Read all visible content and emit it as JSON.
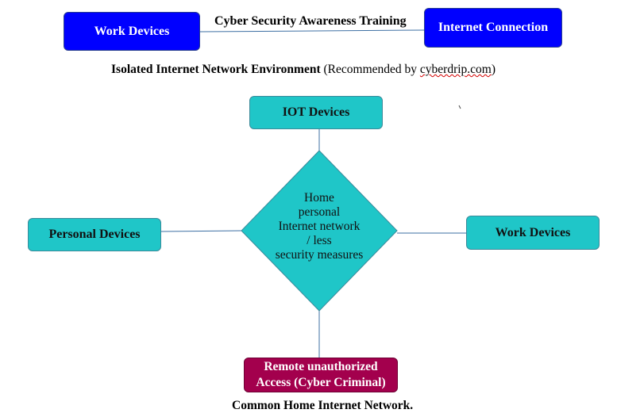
{
  "top": {
    "title": "Cyber Security Awareness Training",
    "work_devices": "Work Devices",
    "internet_connection": "Internet Connection",
    "subtitle_bold": "Isolated Internet Network Environment",
    "subtitle_paren_open": " (Recommended by ",
    "subtitle_site": "cyberdrip.com",
    "subtitle_paren_close": ")"
  },
  "diagram": {
    "iot_devices": "IOT Devices",
    "personal_devices": "Personal Devices",
    "work_devices": "Work Devices",
    "center_lines": [
      "Home",
      "personal",
      "Internet network",
      "/ less",
      "security measures"
    ],
    "remote_line1": "Remote unauthorized",
    "remote_line2": "Access (Cyber Criminal)",
    "caption": "Common Home Internet Network."
  },
  "colors": {
    "blue_box": "#0000ff",
    "teal_box": "#1fc6c8",
    "threat_box": "#a3004d",
    "connector": "#3d6fa3"
  }
}
